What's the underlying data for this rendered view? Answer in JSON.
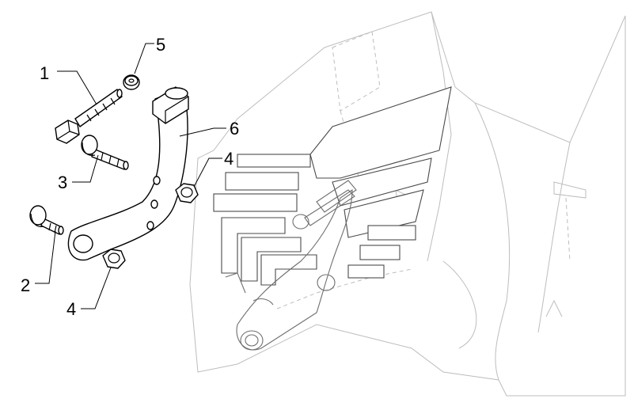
{
  "diagram": {
    "callouts": [
      {
        "id": "callout-1",
        "label": "1"
      },
      {
        "id": "callout-2",
        "label": "2"
      },
      {
        "id": "callout-3",
        "label": "3"
      },
      {
        "id": "callout-4a",
        "label": "4"
      },
      {
        "id": "callout-4b",
        "label": "4"
      },
      {
        "id": "callout-5",
        "label": "5"
      },
      {
        "id": "callout-6",
        "label": "6"
      }
    ]
  }
}
